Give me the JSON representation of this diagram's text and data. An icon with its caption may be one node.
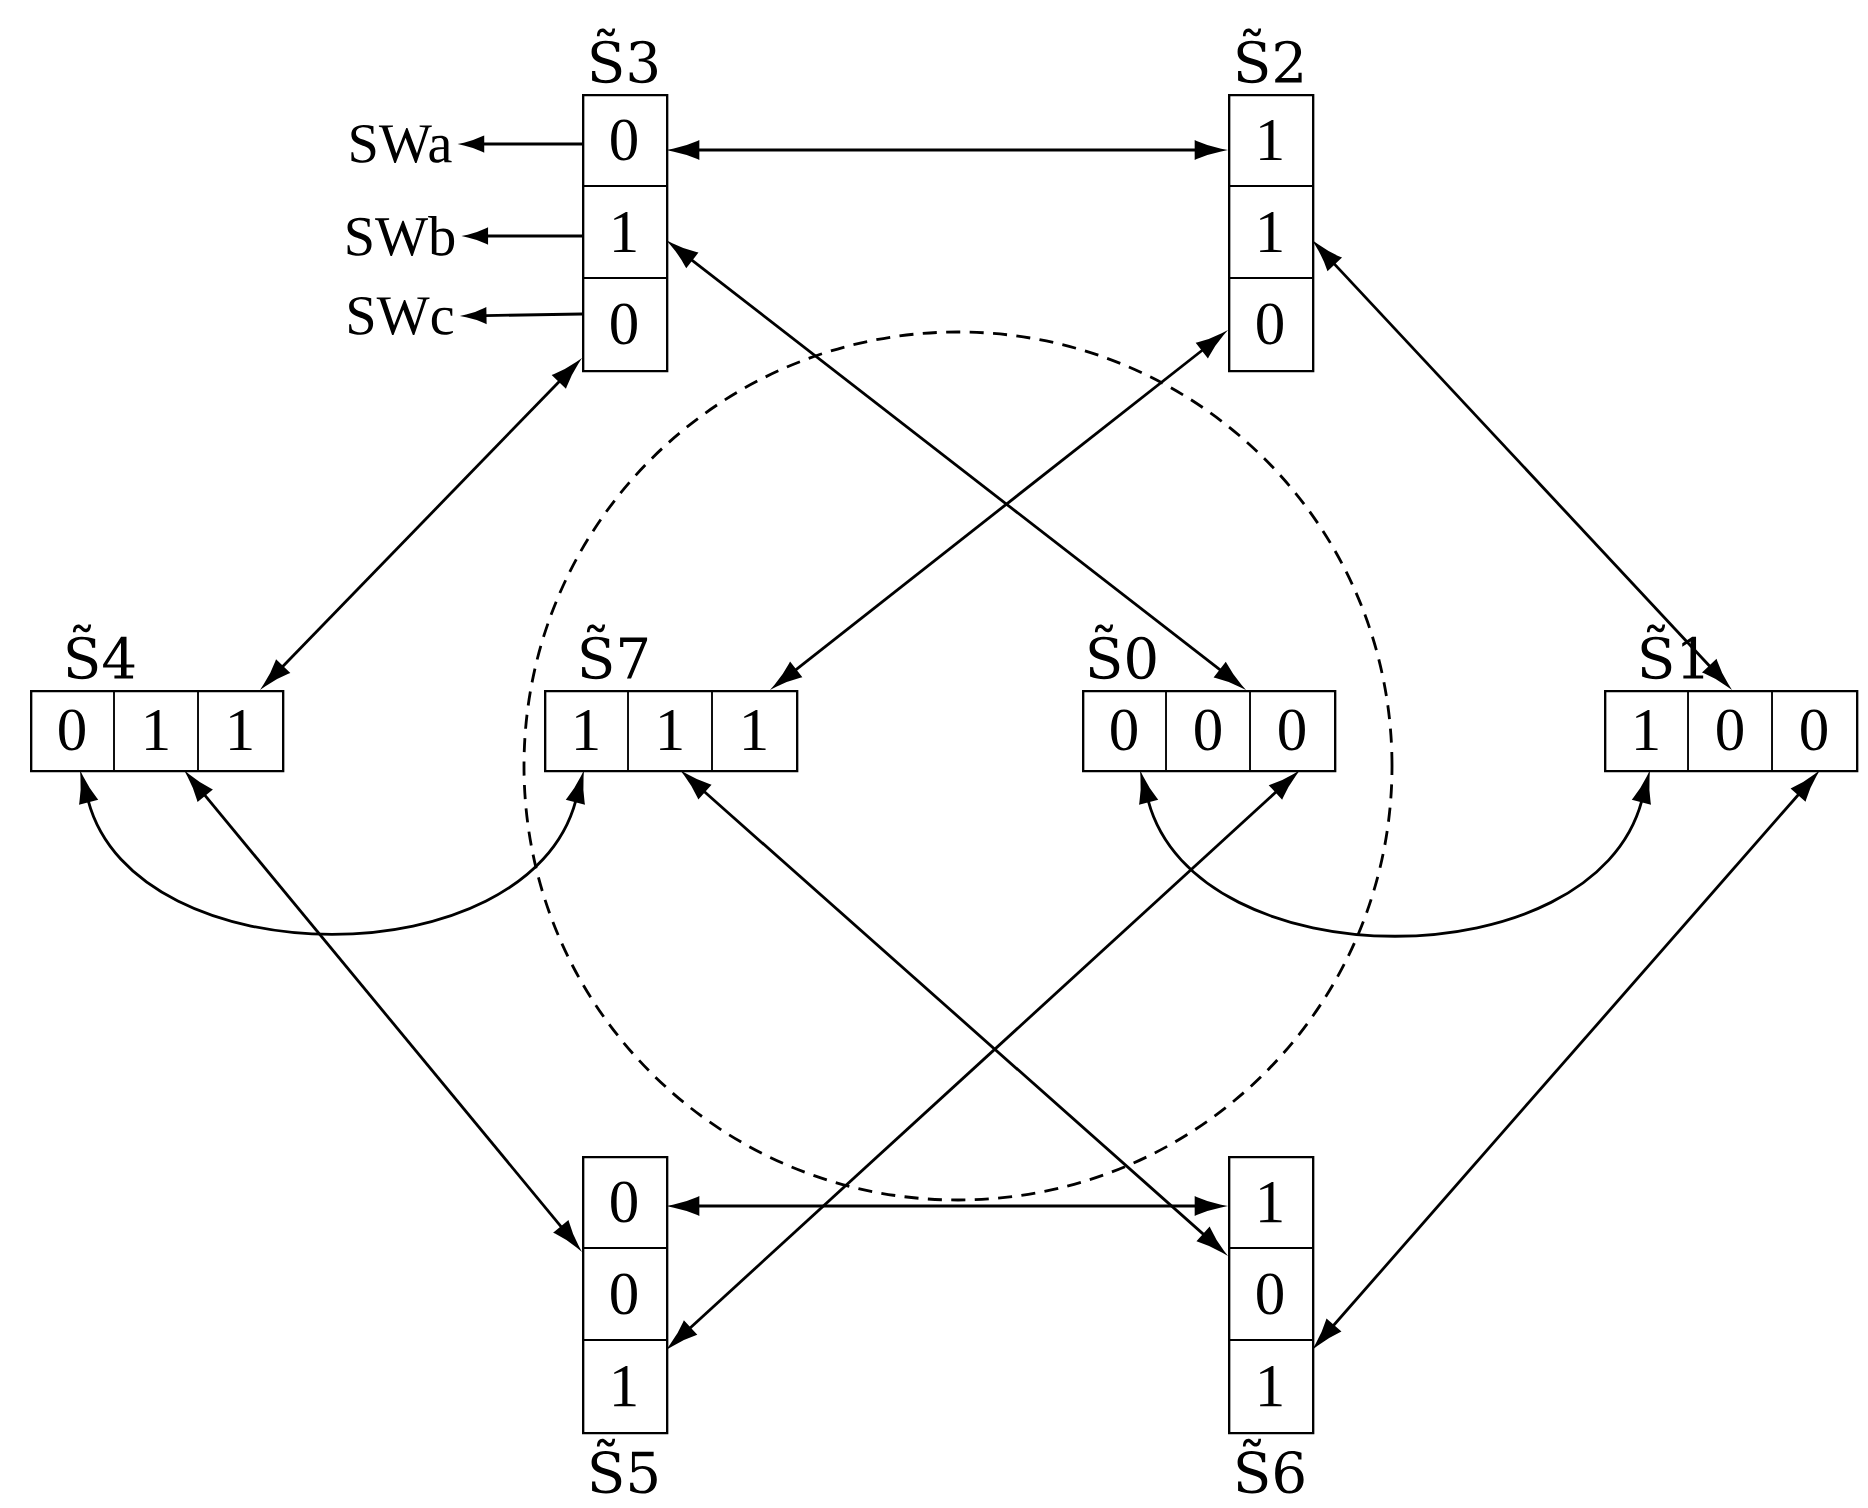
{
  "diagram": {
    "nodes": [
      {
        "text": [
          "S̃3",
          "0",
          "1",
          "0"
        ]
      },
      {
        "text": [
          "S̃2",
          "1",
          "1",
          "0"
        ]
      },
      {
        "text": [
          "SWa"
        ]
      },
      {
        "text": [
          "SWb"
        ]
      },
      {
        "text": [
          "SWc"
        ]
      },
      {
        "text": [
          "S̃4",
          "0",
          "1",
          "1"
        ]
      },
      {
        "text": [
          "S̃7",
          "1",
          "1",
          "1"
        ]
      },
      {
        "text": [
          "S̃0",
          "0",
          "0",
          "0"
        ]
      },
      {
        "text": [
          "S̃1",
          "1",
          "0",
          "0"
        ]
      },
      {
        "text": [
          "0",
          "0",
          "1",
          "S̃5"
        ]
      },
      {
        "text": [
          "1",
          "0",
          "1",
          "S̃6"
        ]
      }
    ],
    "edges": [
      {
        "from": 0,
        "to": 1,
        "arrow": "both"
      },
      {
        "from": 0,
        "to": 7,
        "arrow": "both"
      },
      {
        "from": 0,
        "to": 5,
        "arrow": "both"
      },
      {
        "from": 1,
        "to": 6,
        "arrow": "both"
      },
      {
        "from": 1,
        "to": 8,
        "arrow": "both"
      },
      {
        "from": 5,
        "to": 6,
        "arrow": "both"
      },
      {
        "from": 5,
        "to": 9,
        "arrow": "both"
      },
      {
        "from": 6,
        "to": 10,
        "arrow": "both"
      },
      {
        "from": 7,
        "to": 9,
        "arrow": "both"
      },
      {
        "from": 7,
        "to": 8,
        "arrow": "both"
      },
      {
        "from": 9,
        "to": 10,
        "arrow": "both"
      },
      {
        "from": 8,
        "to": 10,
        "arrow": "both"
      },
      {
        "from": 0,
        "to": 2,
        "arrow": "to"
      },
      {
        "from": 0,
        "to": 3,
        "arrow": "to"
      },
      {
        "from": 0,
        "to": 4,
        "arrow": "to"
      }
    ]
  }
}
